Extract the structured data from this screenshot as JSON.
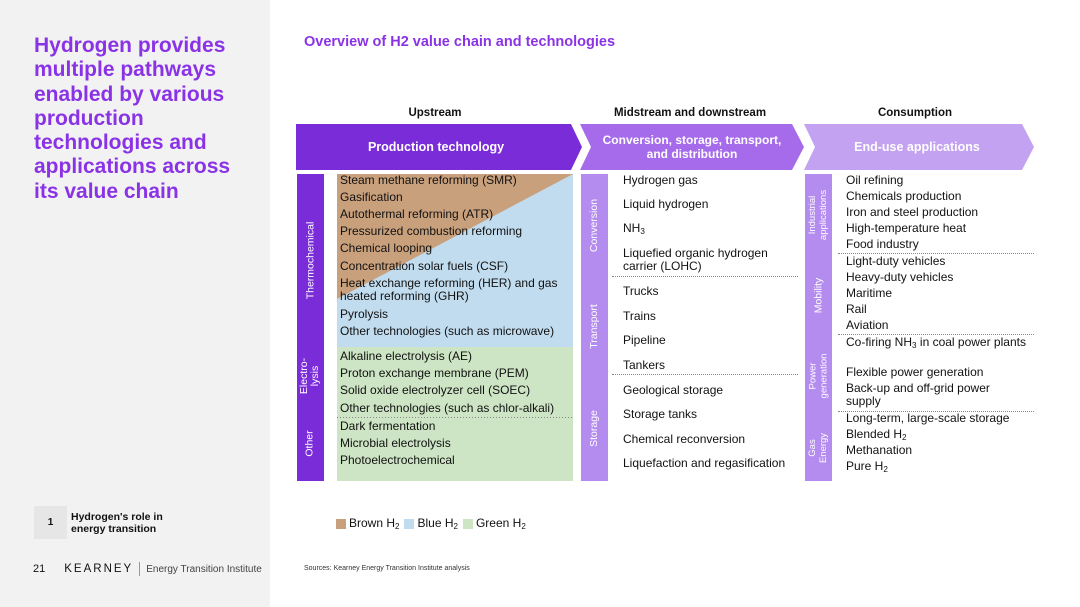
{
  "headline": "Hydrogen provides multiple pathways enabled by various production technologies and applications across its value chain",
  "section_tag": {
    "number": "1",
    "label": "Hydrogen's role in energy transition"
  },
  "footer": {
    "page_number": "21",
    "brand": "KEARNEY",
    "institute": "Energy Transition Institute"
  },
  "title": "Overview of H2 value chain and technologies",
  "stage_headers": {
    "upstream": "Upstream",
    "midstream": "Midstream and downstream",
    "consumption": "Consumption"
  },
  "chevrons": {
    "production": "Production technology",
    "conversion": "Conversion, storage, transport, and distribution",
    "end_use": "End-use applications"
  },
  "colors": {
    "dark_purple": "#7b2cd9",
    "mid_purple": "#a56bea",
    "light_purple": "#c3a2f2",
    "brown": "#c9a07c",
    "blue": "#c2dcef",
    "green": "#cde5c4"
  },
  "production": {
    "groups": [
      "Thermochemical",
      "Electro-lysis",
      "Other"
    ],
    "items": [
      "Steam methane reforming (SMR)",
      "Gasification",
      "Autothermal reforming (ATR)",
      "Pressurized combustion reforming",
      "Chemical looping",
      "Concentration solar fuels (CSF)",
      "Heat exchange reforming (HER) and gas heated reforming (GHR)",
      "Pyrolysis",
      "Other technologies (such as microwave)",
      "Alkaline electrolysis (AE)",
      "Proton exchange membrane (PEM)",
      "Solid oxide electrolyzer cell (SOEC)",
      "Other technologies (such as chlor-alkali)",
      "Dark fermentation",
      "Microbial electrolysis",
      "Photoelectrochemical"
    ]
  },
  "midstream": {
    "groups": [
      "Conversion",
      "Transport",
      "Storage"
    ],
    "items": [
      "Hydrogen gas",
      "Liquid hydrogen",
      "NH3",
      "Liquefied organic hydrogen carrier (LOHC)",
      "Trucks",
      "Trains",
      "Pipeline",
      "Tankers",
      "Geological storage",
      "Storage tanks",
      "Chemical reconversion",
      "Liquefaction and regasification"
    ]
  },
  "consumption": {
    "groups": [
      "Industrial applications",
      "Mobility",
      "Power generation",
      "Gas Energy"
    ],
    "items": [
      "Oil refining",
      "Chemicals production",
      "Iron and steel production",
      "High-temperature heat",
      "Food industry",
      "Light-duty vehicles",
      "Heavy-duty vehicles",
      "Maritime",
      "Rail",
      "Aviation",
      "Co-firing NH3 in coal power plants",
      "Flexible power generation",
      "Back-up and off-grid power supply",
      "Long-term, large-scale storage",
      "Blended H2",
      "Methanation",
      "Pure H2"
    ]
  },
  "legend": [
    "Brown H2",
    "Blue H2",
    "Green H2"
  ],
  "sources": "Sources: Kearney Energy Transition Institute analysis"
}
